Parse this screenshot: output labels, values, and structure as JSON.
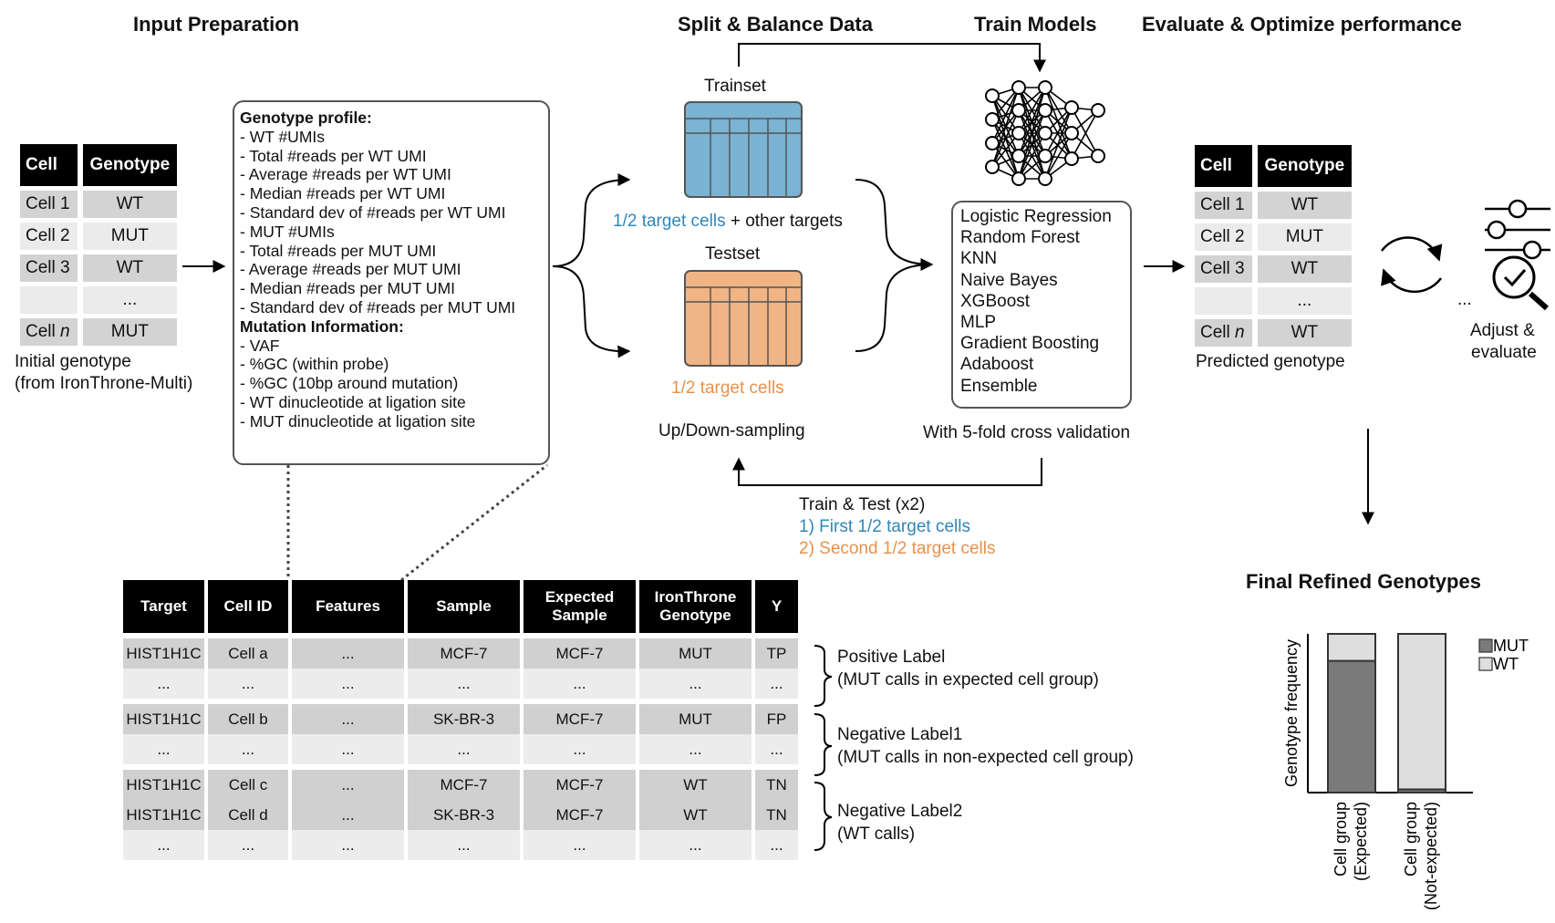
{
  "headers": {
    "input_prep": "Input Preparation",
    "split": "Split & Balance Data",
    "train": "Train Models",
    "evaluate": "Evaluate & Optimize performance"
  },
  "initial_table": {
    "col_cell": "Cell",
    "col_genotype": "Genotype",
    "rows": [
      {
        "cell": "Cell 1",
        "genotype": "WT"
      },
      {
        "cell": "Cell 2",
        "genotype": "MUT"
      },
      {
        "cell": "Cell 3",
        "genotype": "WT"
      },
      {
        "cell": "",
        "genotype": "..."
      },
      {
        "cell": "Cell n",
        "genotype": "MUT"
      }
    ],
    "caption_line1": "Initial genotype",
    "caption_line2": "(from IronThrone-Multi)"
  },
  "genotype_profile": {
    "title": "Genotype profile:",
    "items": [
      "- WT #UMIs",
      "- Total #reads per WT UMI",
      "- Average #reads per WT UMI",
      "- Median #reads per WT UMI",
      "- Standard dev of #reads per WT UMI",
      "- MUT #UMIs",
      "- Total #reads per MUT UMI",
      "- Average #reads per MUT UMI",
      "- Median #reads per MUT UMI",
      "- Standard dev of #reads per MUT UMI"
    ],
    "mutation_title": "Mutation Information:",
    "mutation_items": [
      "- VAF",
      "- %GC (within probe)",
      "- %GC (10bp around mutation)",
      "- WT dinucleotide at ligation site",
      "- MUT dinucleotide at ligation site"
    ]
  },
  "split": {
    "trainset": "Trainset",
    "train_caption_blue": "1/2 target cells",
    "train_caption_rest": " + other targets",
    "testset": "Testset",
    "test_caption": "1/2 target cells",
    "sampling": "Up/Down-sampling",
    "trainset_color": "#7ab3d3",
    "testset_color": "#f0b485"
  },
  "models": {
    "items": [
      "Logistic Regression",
      "Random Forest",
      "KNN",
      "Naive Bayes",
      "XGBoost",
      "MLP",
      "Gradient Boosting",
      "Adaboost",
      "Ensemble"
    ],
    "cv": "With 5-fold cross validation"
  },
  "train_test": {
    "title": "Train & Test (x2)",
    "first": "1) First 1/2 target cells",
    "second": "2) Second 1/2 target cells"
  },
  "predicted_table": {
    "col_cell": "Cell",
    "col_genotype": "Genotype",
    "rows": [
      {
        "cell": "Cell 1",
        "genotype": "WT"
      },
      {
        "cell": "Cell 2",
        "genotype": "MUT"
      },
      {
        "cell": "Cell 3",
        "genotype": "WT"
      },
      {
        "cell": "",
        "genotype": "..."
      },
      {
        "cell": "Cell n",
        "genotype": "WT"
      }
    ],
    "caption": "Predicted genotype"
  },
  "adjust": {
    "line1": "Adjust &",
    "line2": "evaluate",
    "dots": "..."
  },
  "feature_table": {
    "headers": [
      "Target",
      "Cell ID",
      "Features",
      "Sample",
      "Expected Sample",
      "IronThrone Genotype",
      "Y"
    ],
    "rows": [
      [
        "HIST1H1C",
        "Cell a",
        "...",
        "MCF-7",
        "MCF-7",
        "MUT",
        "TP"
      ],
      [
        "...",
        "...",
        "...",
        "...",
        "...",
        "...",
        "..."
      ],
      [
        "HIST1H1C",
        "Cell b",
        "...",
        "SK-BR-3",
        "MCF-7",
        "MUT",
        "FP"
      ],
      [
        "...",
        "...",
        "...",
        "...",
        "...",
        "...",
        "..."
      ],
      [
        "HIST1H1C",
        "Cell c",
        "...",
        "MCF-7",
        "MCF-7",
        "WT",
        "TN"
      ],
      [
        "HIST1H1C",
        "Cell d",
        "...",
        "SK-BR-3",
        "MCF-7",
        "WT",
        "TN"
      ],
      [
        "...",
        "...",
        "...",
        "...",
        "...",
        "...",
        "..."
      ]
    ]
  },
  "labels": [
    {
      "title": "Positive Label",
      "sub": "(MUT calls in expected cell group)"
    },
    {
      "title": "Negative Label1",
      "sub": "(MUT calls in non-expected cell group)"
    },
    {
      "title": "Negative Label2",
      "sub": "(WT calls)"
    }
  ],
  "chart_data": {
    "type": "bar",
    "title": "Final Refined Genotypes",
    "ylabel": "Genotype frequency",
    "categories": [
      "Cell group (Expected)",
      "Cell group (Not-expected)"
    ],
    "stacked": true,
    "ylim": [
      0,
      1
    ],
    "series": [
      {
        "name": "MUT",
        "values": [
          0.83,
          0.02
        ],
        "color": "#7a7a7a"
      },
      {
        "name": "WT",
        "values": [
          0.17,
          0.98
        ],
        "color": "#dedede"
      }
    ],
    "legend": "top-right"
  }
}
